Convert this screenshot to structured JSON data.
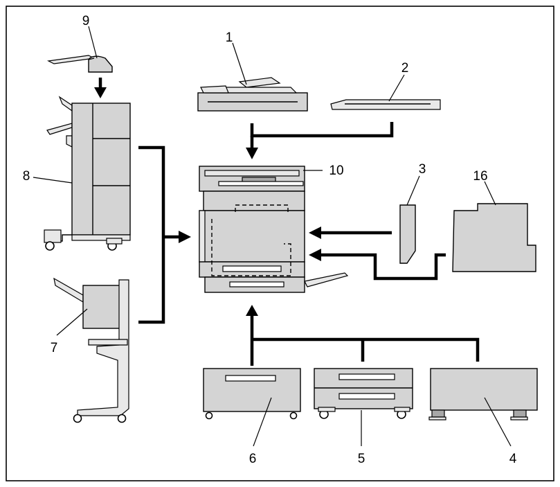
{
  "callouts": {
    "one": "1",
    "two": "2",
    "three": "3",
    "four": "4",
    "five": "5",
    "six": "6",
    "seven": "7",
    "eight": "8",
    "nine": "9",
    "ten": "10",
    "sixteen": "16"
  }
}
